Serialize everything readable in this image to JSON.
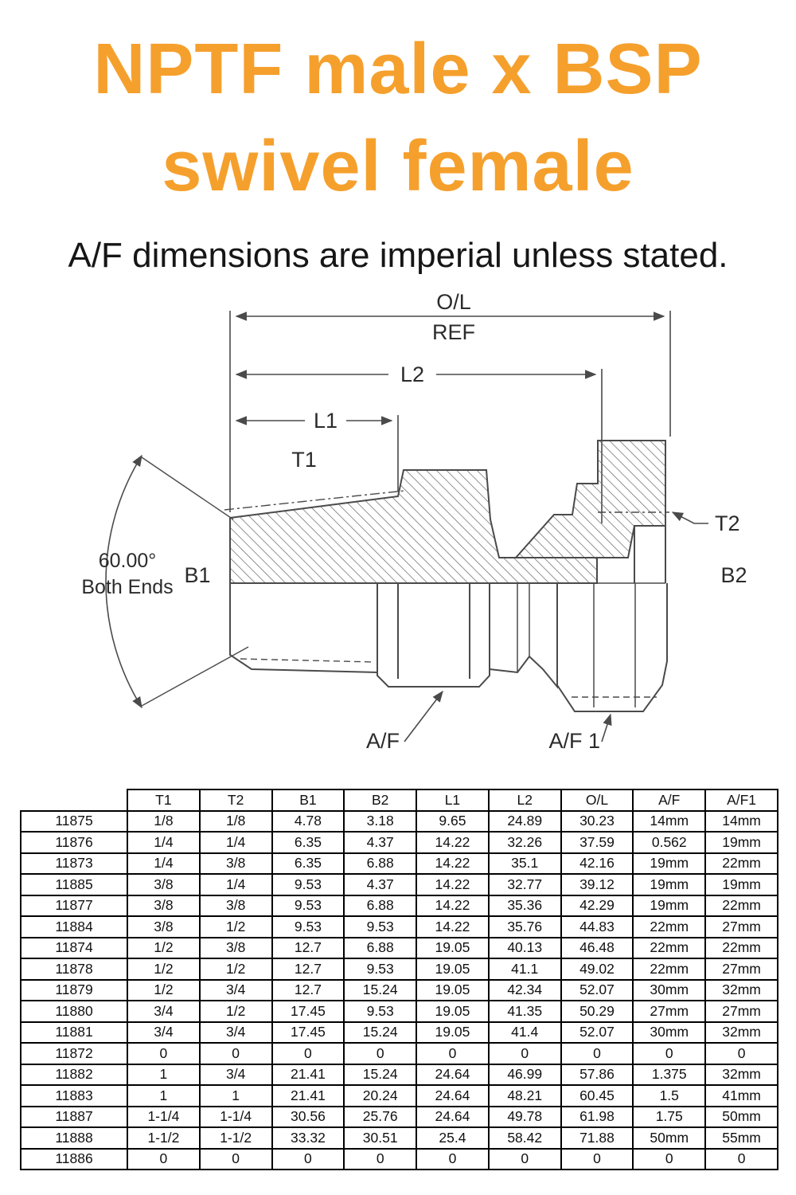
{
  "accent_color": "#F5A02D",
  "header": {
    "title_line1": "NPTF male x BSP",
    "title_line2": "swivel female",
    "subtitle": "A/F dimensions are imperial unless stated."
  },
  "diagram": {
    "labels": {
      "overall_length": "O/L",
      "ref": "REF",
      "l2": "L2",
      "l1": "L1",
      "t1": "T1",
      "t2": "T2",
      "b1": "B1",
      "b2": "B2",
      "angle": "60.00°",
      "angle_note": "Both Ends",
      "af": "A/F",
      "af1": "A/F 1"
    }
  },
  "table": {
    "headers": [
      "",
      "T1",
      "T2",
      "B1",
      "B2",
      "L1",
      "L2",
      "O/L",
      "A/F",
      "A/F1"
    ],
    "rows": [
      [
        "11875",
        "1/8",
        "1/8",
        "4.78",
        "3.18",
        "9.65",
        "24.89",
        "30.23",
        "14mm",
        "14mm"
      ],
      [
        "11876",
        "1/4",
        "1/4",
        "6.35",
        "4.37",
        "14.22",
        "32.26",
        "37.59",
        "0.562",
        "19mm"
      ],
      [
        "11873",
        "1/4",
        "3/8",
        "6.35",
        "6.88",
        "14.22",
        "35.1",
        "42.16",
        "19mm",
        "22mm"
      ],
      [
        "11885",
        "3/8",
        "1/4",
        "9.53",
        "4.37",
        "14.22",
        "32.77",
        "39.12",
        "19mm",
        "19mm"
      ],
      [
        "11877",
        "3/8",
        "3/8",
        "9.53",
        "6.88",
        "14.22",
        "35.36",
        "42.29",
        "19mm",
        "22mm"
      ],
      [
        "11884",
        "3/8",
        "1/2",
        "9.53",
        "9.53",
        "14.22",
        "35.76",
        "44.83",
        "22mm",
        "27mm"
      ],
      [
        "11874",
        "1/2",
        "3/8",
        "12.7",
        "6.88",
        "19.05",
        "40.13",
        "46.48",
        "22mm",
        "22mm"
      ],
      [
        "11878",
        "1/2",
        "1/2",
        "12.7",
        "9.53",
        "19.05",
        "41.1",
        "49.02",
        "22mm",
        "27mm"
      ],
      [
        "11879",
        "1/2",
        "3/4",
        "12.7",
        "15.24",
        "19.05",
        "42.34",
        "52.07",
        "30mm",
        "32mm"
      ],
      [
        "11880",
        "3/4",
        "1/2",
        "17.45",
        "9.53",
        "19.05",
        "41.35",
        "50.29",
        "27mm",
        "27mm"
      ],
      [
        "11881",
        "3/4",
        "3/4",
        "17.45",
        "15.24",
        "19.05",
        "41.4",
        "52.07",
        "30mm",
        "32mm"
      ],
      [
        "11872",
        "0",
        "0",
        "0",
        "0",
        "0",
        "0",
        "0",
        "0",
        "0"
      ],
      [
        "11882",
        "1",
        "3/4",
        "21.41",
        "15.24",
        "24.64",
        "46.99",
        "57.86",
        "1.375",
        "32mm"
      ],
      [
        "11883",
        "1",
        "1",
        "21.41",
        "20.24",
        "24.64",
        "48.21",
        "60.45",
        "1.5",
        "41mm"
      ],
      [
        "11887",
        "1-1/4",
        "1-1/4",
        "30.56",
        "25.76",
        "24.64",
        "49.78",
        "61.98",
        "1.75",
        "50mm"
      ],
      [
        "11888",
        "1-1/2",
        "1-1/2",
        "33.32",
        "30.51",
        "25.4",
        "58.42",
        "71.88",
        "50mm",
        "55mm"
      ],
      [
        "11886",
        "0",
        "0",
        "0",
        "0",
        "0",
        "0",
        "0",
        "0",
        "0"
      ]
    ]
  }
}
